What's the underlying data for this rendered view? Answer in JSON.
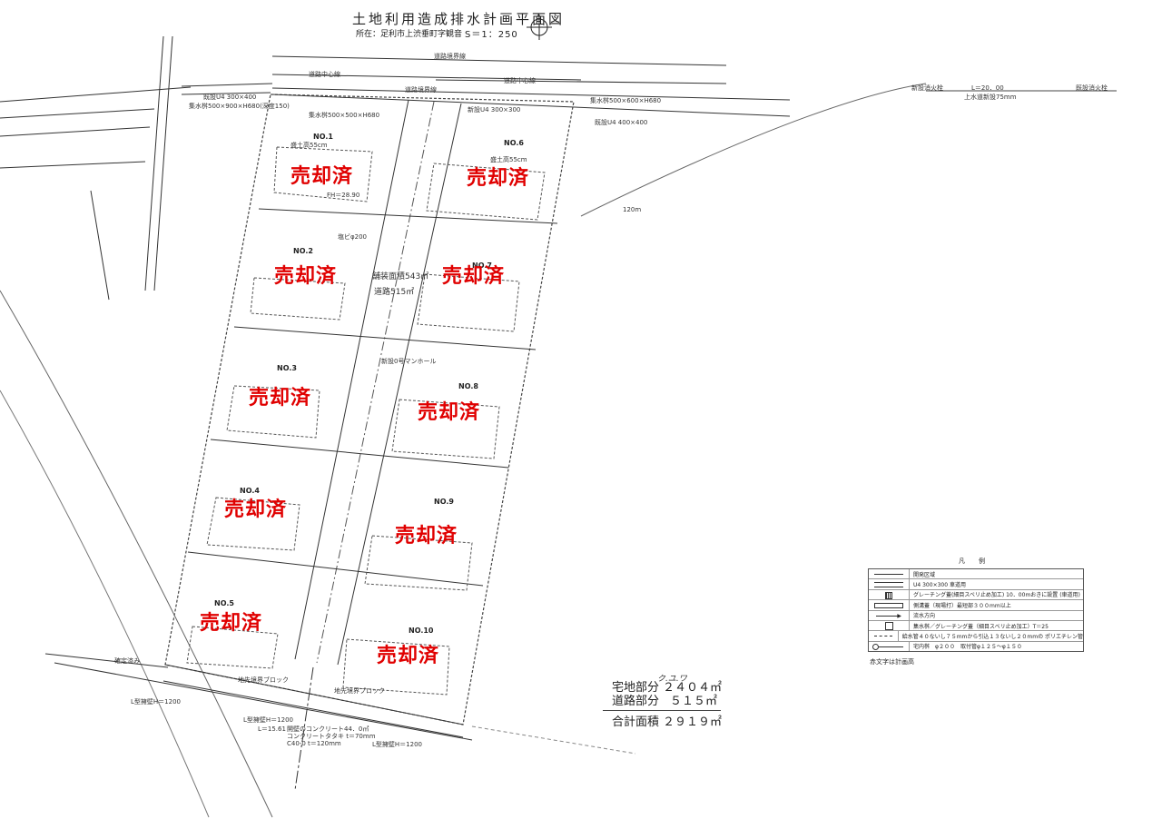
{
  "header": {
    "title": "土地利用造成排水計画平面図",
    "location": "所在：足利市上渋垂町字観音",
    "scale": "S＝1：250"
  },
  "roads": {
    "boundary_line": "道路境界線",
    "center_line_1": "道路中心線",
    "center_line_2": "道路中心線",
    "boundary_line_2": "道路境界線",
    "water_main": "上水道新設75mm",
    "water_length": "L＝20．00",
    "hydrant_new": "新設消火栓",
    "hydrant_existing": "既設消火栓",
    "distance": "120m"
  },
  "annotations": {
    "u4_existing": "既設U4 300×400",
    "catch_basin_1": "集水桝500×900×H680(深度150)",
    "catch_basin_2": "集水桝500×500×H680",
    "catch_basin_3": "集水桝500×600×H680",
    "u4_new": "新設U4 300×300",
    "u4_side": "既設U4 400×400",
    "fill_1": "盛土高55cm",
    "fill_6": "盛土高55cm",
    "pavement": "舗装面積543㎡",
    "road_area": "道路515㎡",
    "l_wall_1": "L型擁壁H＝1200",
    "l_wall_2": "L型擁壁H＝1200",
    "l_wall_3": "L型擁壁H＝1200",
    "boundary_block_1": "地先境界ブロック",
    "boundary_block_2": "地先境界ブロック",
    "concrete": "開壁のコンクリート44．0㎡",
    "concrete_2": "コンクリートタタキ t＝70mm",
    "c40": "C40-0  t＝120mm",
    "length": "L＝15.61",
    "pipe": "塩ビφ200",
    "manhole": "新設0号マンホール",
    "fh": "FH＝28.90",
    "confirmed": "確定済み"
  },
  "lots": [
    {
      "no": "NO.1",
      "status": "売却済"
    },
    {
      "no": "NO.2",
      "status": "売却済"
    },
    {
      "no": "NO.3",
      "status": "売却済"
    },
    {
      "no": "NO.4",
      "status": "売却済"
    },
    {
      "no": "NO.5",
      "status": "売却済"
    },
    {
      "no": "NO.6",
      "status": "売却済"
    },
    {
      "no": "NO.7",
      "status": "売却済"
    },
    {
      "no": "NO.8",
      "status": "売却済"
    },
    {
      "no": "NO.9",
      "status": "売却済"
    },
    {
      "no": "NO.10",
      "status": "売却済"
    }
  ],
  "areas": {
    "residential_label": "宅地部分",
    "residential_value": "２４０４㎡",
    "road_label": "道路部分",
    "road_value": "５１５㎡",
    "total_label": "合計面積",
    "total_value": "２９１９㎡",
    "handwritten_note": "ク.ユ.ワ"
  },
  "legend": {
    "heading": "凡　例",
    "items": [
      "開発区域",
      "U4 300×300  車道用",
      "グレーチング蓋(細目スベリ止め加工) 10．00mおきに設置 (車道用)",
      "側溝蓋（現場打）最短部３００mm以上",
      "流水方向",
      "集水桝／グレーチング蓋（細目スベリ止め加工）T＝25",
      "給水管４０ないし７５mmから引込１３ないし２０mmの ポリエチレン管",
      "宅内桝　φ２００　取付管φ１２５～φ１５０"
    ],
    "note": "赤文字は計画高"
  }
}
